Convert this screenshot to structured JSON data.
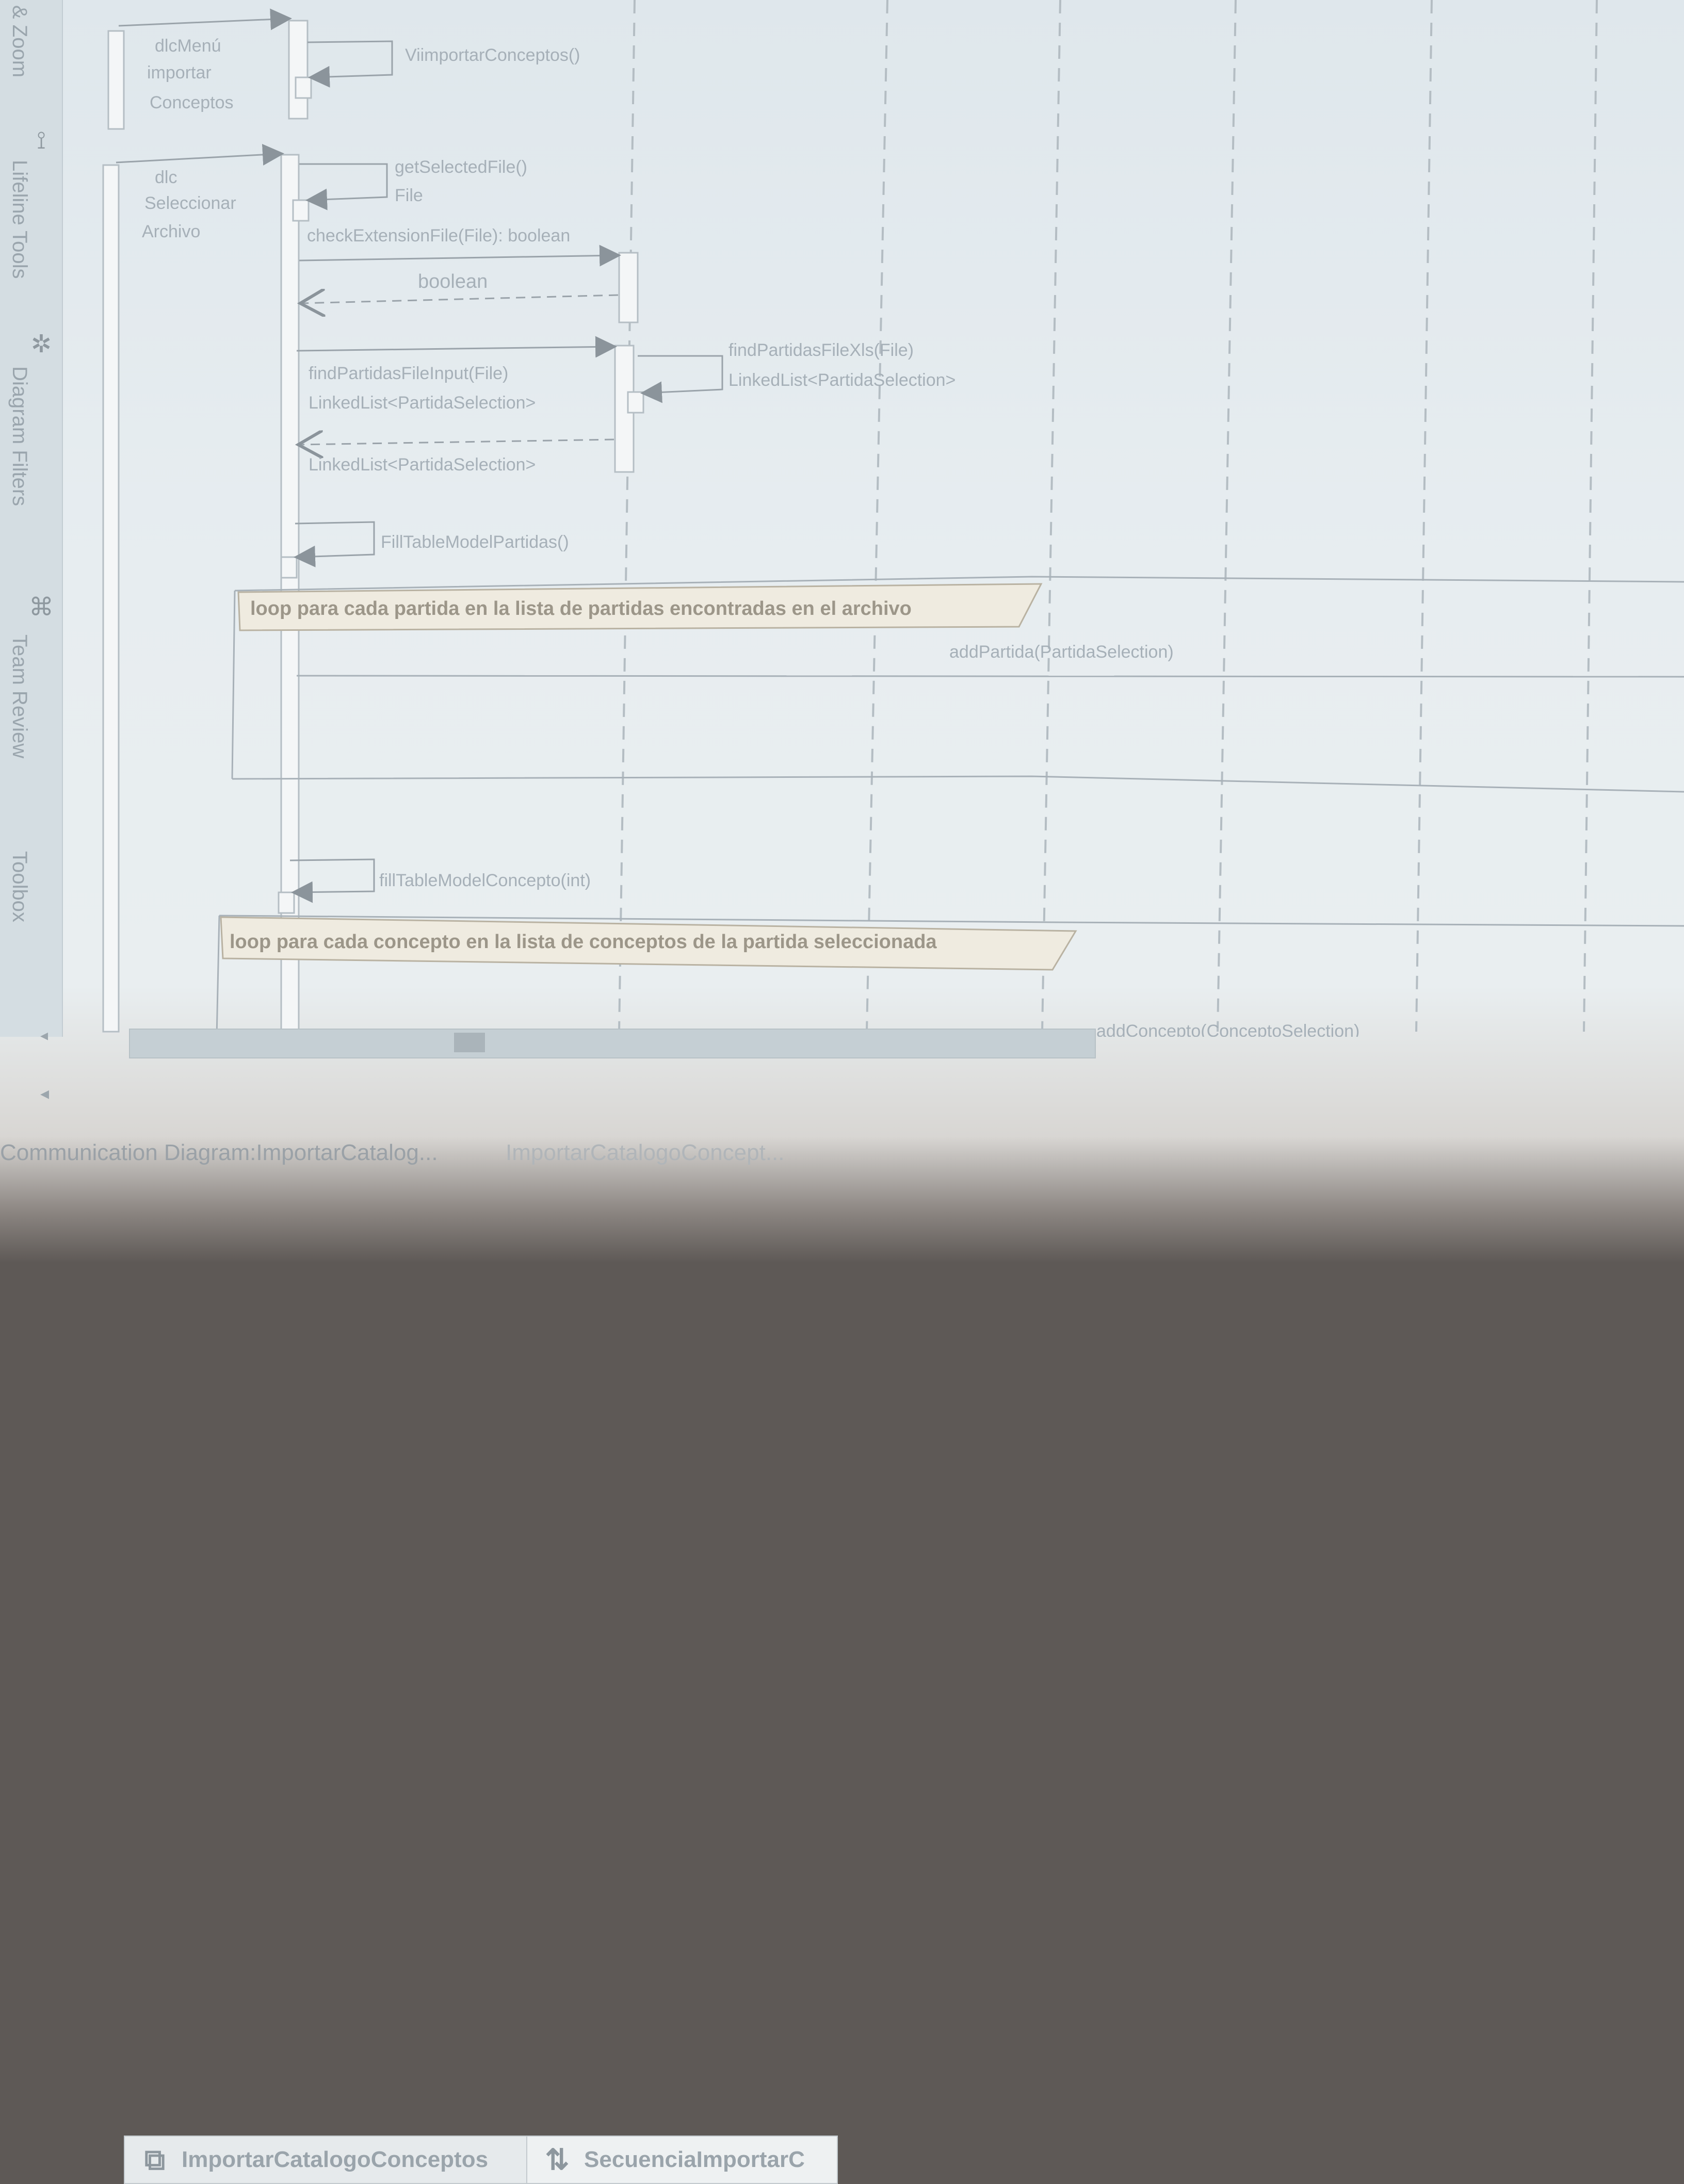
{
  "toolstrip": {
    "items": [
      {
        "label": "& Zoom",
        "icon": "zoom-icon"
      },
      {
        "label": "Lifeline Tools",
        "icon": "lifeline-tool-icon"
      },
      {
        "label": "Diagram Filters",
        "icon": "filter-icon"
      },
      {
        "label": "Team Review",
        "icon": "team-review-icon"
      },
      {
        "label": "Toolbox",
        "icon": "toolbox-icon"
      }
    ]
  },
  "diagram": {
    "activations": [
      {
        "label_lines": [
          "dlcMenú",
          "importar",
          "Conceptos"
        ]
      },
      {
        "label_lines": [
          "dlc",
          "Seleccionar",
          "Archivo"
        ]
      }
    ],
    "messages": [
      {
        "label": "ViimportarConceptos()"
      },
      {
        "label": "getSelectedFile()"
      },
      {
        "label": "File"
      },
      {
        "label": "checkExtensionFile(File): boolean"
      },
      {
        "label": "boolean"
      },
      {
        "label": "findPartidasFileInput(File)"
      },
      {
        "label": "LinkedList<PartidaSelection>"
      },
      {
        "label": "LinkedList<PartidaSelection>"
      },
      {
        "label": "findPartidasFileXls(File)"
      },
      {
        "label": "LinkedList<PartidaSelection>"
      },
      {
        "label": "FillTableModelPartidas()"
      },
      {
        "label": "addPartida(PartidaSelection)"
      },
      {
        "label": "fillTableModelConcepto(int)"
      },
      {
        "label": "addConcepto(ConceptoSelection)"
      }
    ],
    "loops": [
      {
        "label": "loop para cada partida en la lista de partidas encontradas en el archivo"
      },
      {
        "label": "loop para cada concepto en la lista de conceptos de la partida seleccionada"
      }
    ]
  },
  "tabs": [
    {
      "label": "ImportarCatalogoConceptos",
      "icon": "communication-diagram-icon"
    },
    {
      "label": "SecuenciaImportarC",
      "icon": "sequence-diagram-icon"
    }
  ],
  "status": {
    "items": [
      "Communication Diagram:ImportarCatalog...",
      "ImportarCatalogoConcept..."
    ]
  },
  "colors": {
    "background": "#e4ebef",
    "lines": "#aeb7be",
    "loop_header": "#efebe0"
  }
}
